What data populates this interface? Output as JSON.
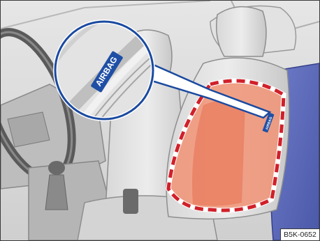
{
  "labels": {
    "airbag_callout": "AIRBAG",
    "airbag_seat": "AIRBAG",
    "image_code": "B5K-0652"
  },
  "colors": {
    "airbag_outline": "#d0202a",
    "airbag_fill": "#f29070",
    "door_panel": "#5a68b8",
    "callout_ring": "#1a4aa0",
    "label_badge": "#1f4fa5"
  }
}
